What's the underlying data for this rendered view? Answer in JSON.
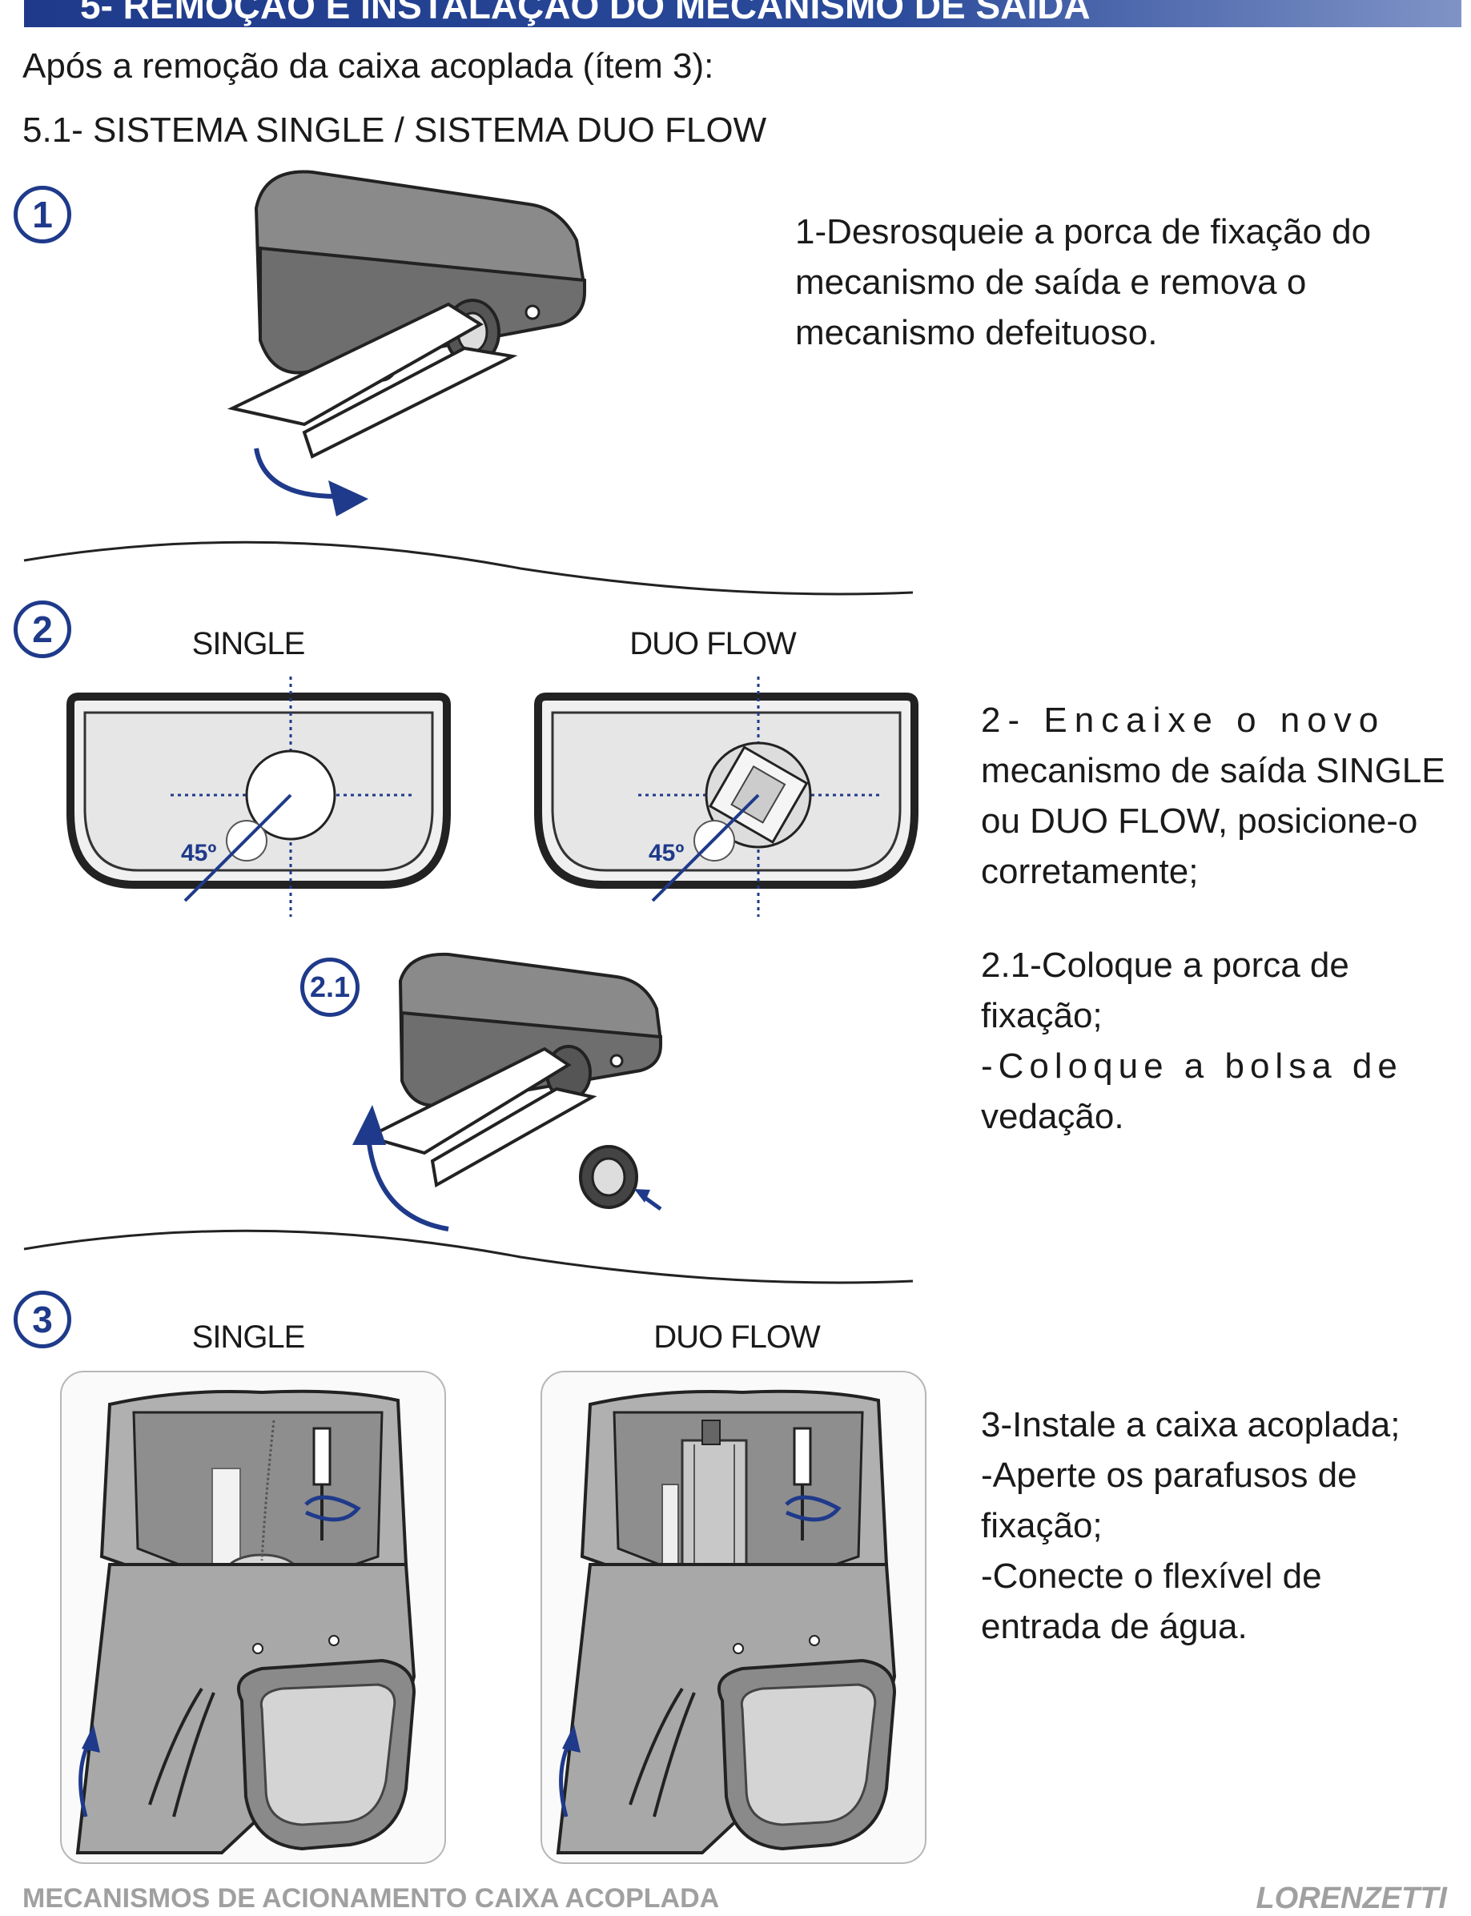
{
  "header": {
    "title": "5- REMOÇÃO E INSTALAÇÃO DO MECANISMO DE SAÍDA",
    "intro": "Após a remoção da caixa acoplada (ítem 3):",
    "subtitle": "5.1- SISTEMA SINGLE / SISTEMA DUO FLOW"
  },
  "steps": [
    {
      "number": "1",
      "text_lines": [
        "1-Desrosqueie a porca de fixação do",
        "mecanismo de saída e remova o",
        "mecanismo defeituoso."
      ]
    },
    {
      "number": "2",
      "label_single": "SINGLE",
      "label_duo": "DUO FLOW",
      "angle_single": "45º",
      "angle_duo": "45º",
      "text_lines": [
        "2- Encaixe o novo",
        "mecanismo de saída SINGLE",
        "ou DUO FLOW, posicione-o",
        "corretamente;"
      ]
    },
    {
      "number": "2.1",
      "text_lines": [
        "2.1-Coloque a porca de",
        "fixação;",
        "-Coloque a bolsa de",
        "vedação."
      ]
    },
    {
      "number": "3",
      "label_single": "SINGLE",
      "label_duo": "DUO FLOW",
      "text_lines": [
        "3-Instale a caixa acoplada;",
        "-Aperte os parafusos de",
        "fixação;",
        "-Conecte o flexível de",
        "entrada de água."
      ]
    }
  ],
  "footer": {
    "left": "MECANISMOS DE ACIONAMENTO CAIXA ACOPLADA",
    "brand": "LORENZETTI"
  },
  "colors": {
    "accent": "#1f3a8a",
    "tank_gray": "#7a7a7a",
    "footer_gray": "#a0a0a0"
  }
}
